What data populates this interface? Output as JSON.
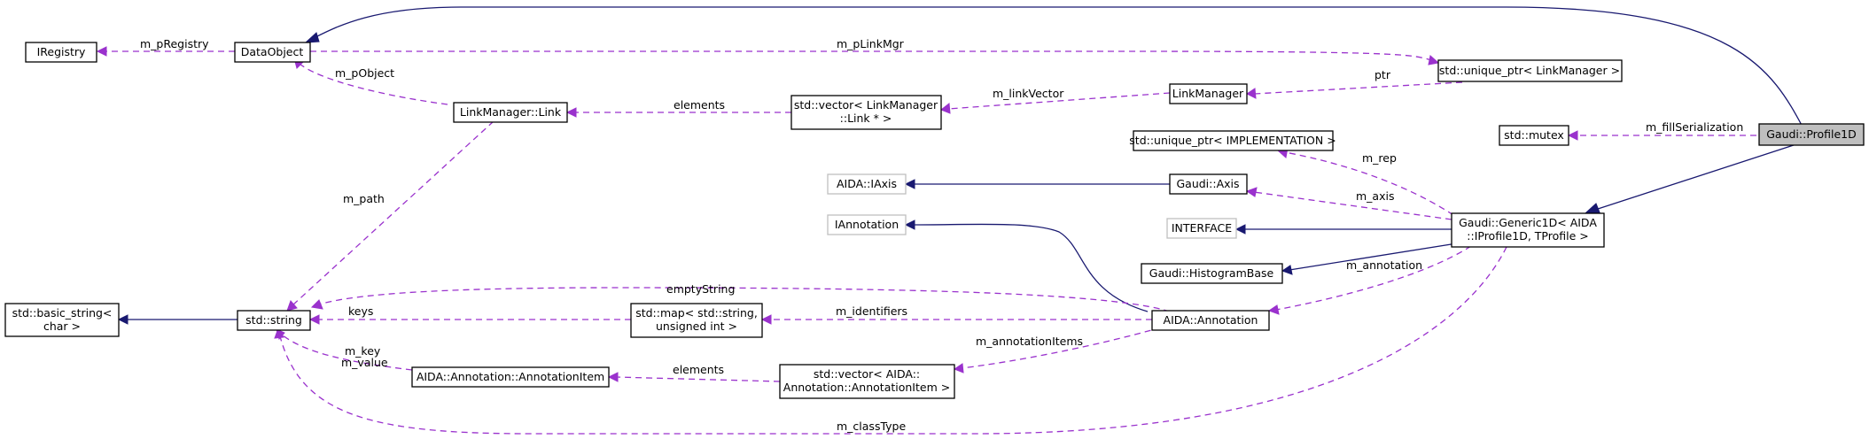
{
  "nodes": {
    "iregistry": "IRegistry",
    "dataobject": "DataObject",
    "unique_ptr_linkmgr": "std::unique_ptr< LinkManager >",
    "linkmanager_link": "LinkManager::Link",
    "vector_link_1": "std::vector< LinkManager",
    "vector_link_2": "::Link * >",
    "linkmanager": "LinkManager",
    "std_mutex": "std::mutex",
    "profile1d": "Gaudi::Profile1D",
    "unique_ptr_impl": "std::unique_ptr< IMPLEMENTATION >",
    "aida_iaxis": "AIDA::IAxis",
    "gaudi_axis": "Gaudi::Axis",
    "iannotation": "IAnnotation",
    "interface": "INTERFACE",
    "generic1d_1": "Gaudi::Generic1D< AIDA",
    "generic1d_2": "::IProfile1D, TProfile >",
    "histogrambase": "Gaudi::HistogramBase",
    "basic_string_1": "std::basic_string<",
    "basic_string_2": "char >",
    "std_string": "std::string",
    "map_1": "std::map< std::string,",
    "map_2": "unsigned int >",
    "aida_annotation": "AIDA::Annotation",
    "annotation_item": "AIDA::Annotation::AnnotationItem",
    "vector_item_1": "std::vector< AIDA::",
    "vector_item_2": "Annotation::AnnotationItem >"
  },
  "edge_labels": {
    "m_pRegistry": "m_pRegistry",
    "m_pLinkMgr": "m_pLinkMgr",
    "m_pObject": "m_pObject",
    "elements_link": "elements",
    "m_linkVector": "m_linkVector",
    "ptr": "ptr",
    "m_fillSerialization": "m_fillSerialization",
    "m_rep": "m_rep",
    "m_axis": "m_axis",
    "m_path": "m_path",
    "m_annotation": "m_annotation",
    "emptyString": "emptyString",
    "keys": "keys",
    "m_identifiers": "m_identifiers",
    "m_annotationItems": "m_annotationItems",
    "m_key": "m_key",
    "m_value": "m_value",
    "elements_item": "elements",
    "m_classType": "m_classType"
  },
  "colors": {
    "inheritance_edge": "#191970",
    "usage_edge": "#9a32cd",
    "focus_fill": "#bfbfbf",
    "external_border": "#bfbfbf"
  }
}
